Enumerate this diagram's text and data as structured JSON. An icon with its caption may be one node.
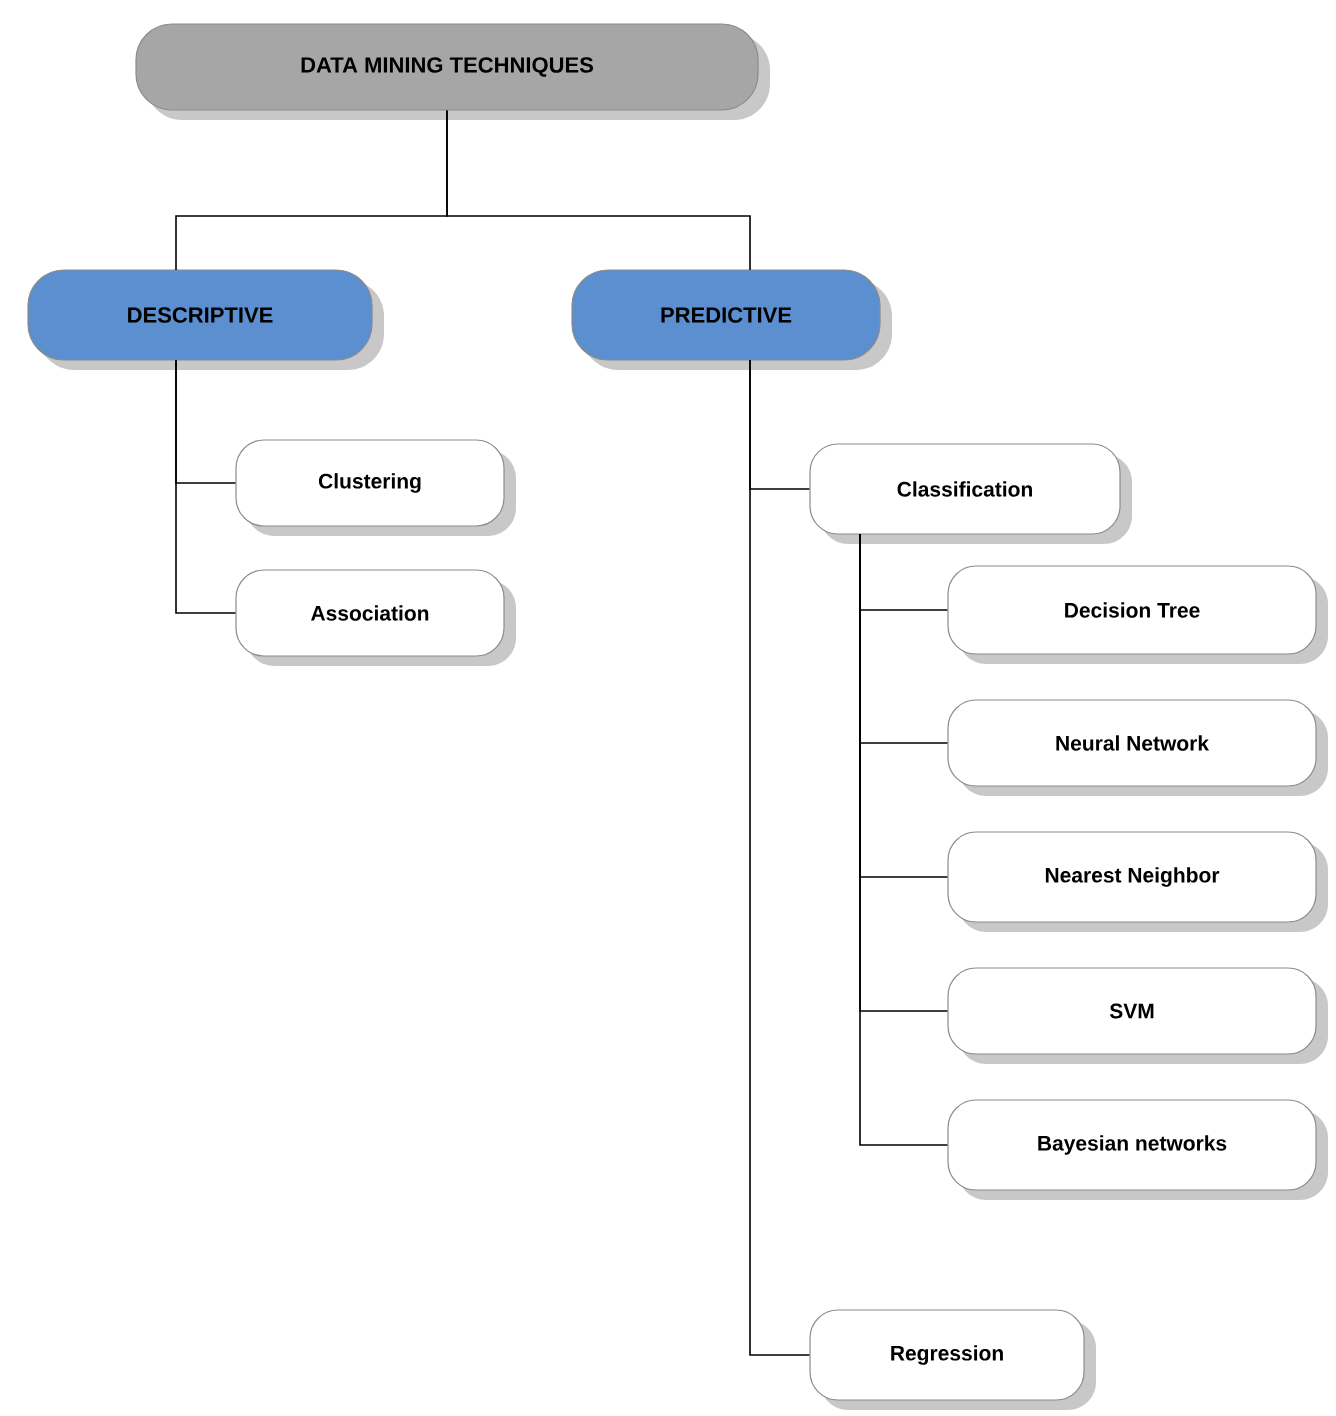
{
  "diagram": {
    "nodes": [
      {
        "text": [
          "DATA MINING TECHNIQUES"
        ]
      },
      {
        "text": [
          "DESCRIPTIVE"
        ]
      },
      {
        "text": [
          "PREDICTIVE"
        ]
      },
      {
        "text": [
          "Clustering"
        ]
      },
      {
        "text": [
          "Association"
        ]
      },
      {
        "text": [
          "Classification"
        ]
      },
      {
        "text": [
          "Decision Tree"
        ]
      },
      {
        "text": [
          "Neural Network"
        ]
      },
      {
        "text": [
          "Nearest Neighbor"
        ]
      },
      {
        "text": [
          "SVM"
        ]
      },
      {
        "text": [
          "Bayesian networks"
        ]
      },
      {
        "text": [
          "Regression"
        ]
      }
    ],
    "edges": [
      {
        "from": 0,
        "to": 1,
        "arrow": "none"
      },
      {
        "from": 0,
        "to": 2,
        "arrow": "none"
      },
      {
        "from": 1,
        "to": 3,
        "arrow": "none"
      },
      {
        "from": 1,
        "to": 4,
        "arrow": "none"
      },
      {
        "from": 2,
        "to": 5,
        "arrow": "none"
      },
      {
        "from": 2,
        "to": 11,
        "arrow": "none"
      },
      {
        "from": 5,
        "to": 6,
        "arrow": "none"
      },
      {
        "from": 5,
        "to": 7,
        "arrow": "none"
      },
      {
        "from": 5,
        "to": 8,
        "arrow": "none"
      },
      {
        "from": 5,
        "to": 9,
        "arrow": "none"
      },
      {
        "from": 5,
        "to": 10,
        "arrow": "none"
      }
    ]
  }
}
